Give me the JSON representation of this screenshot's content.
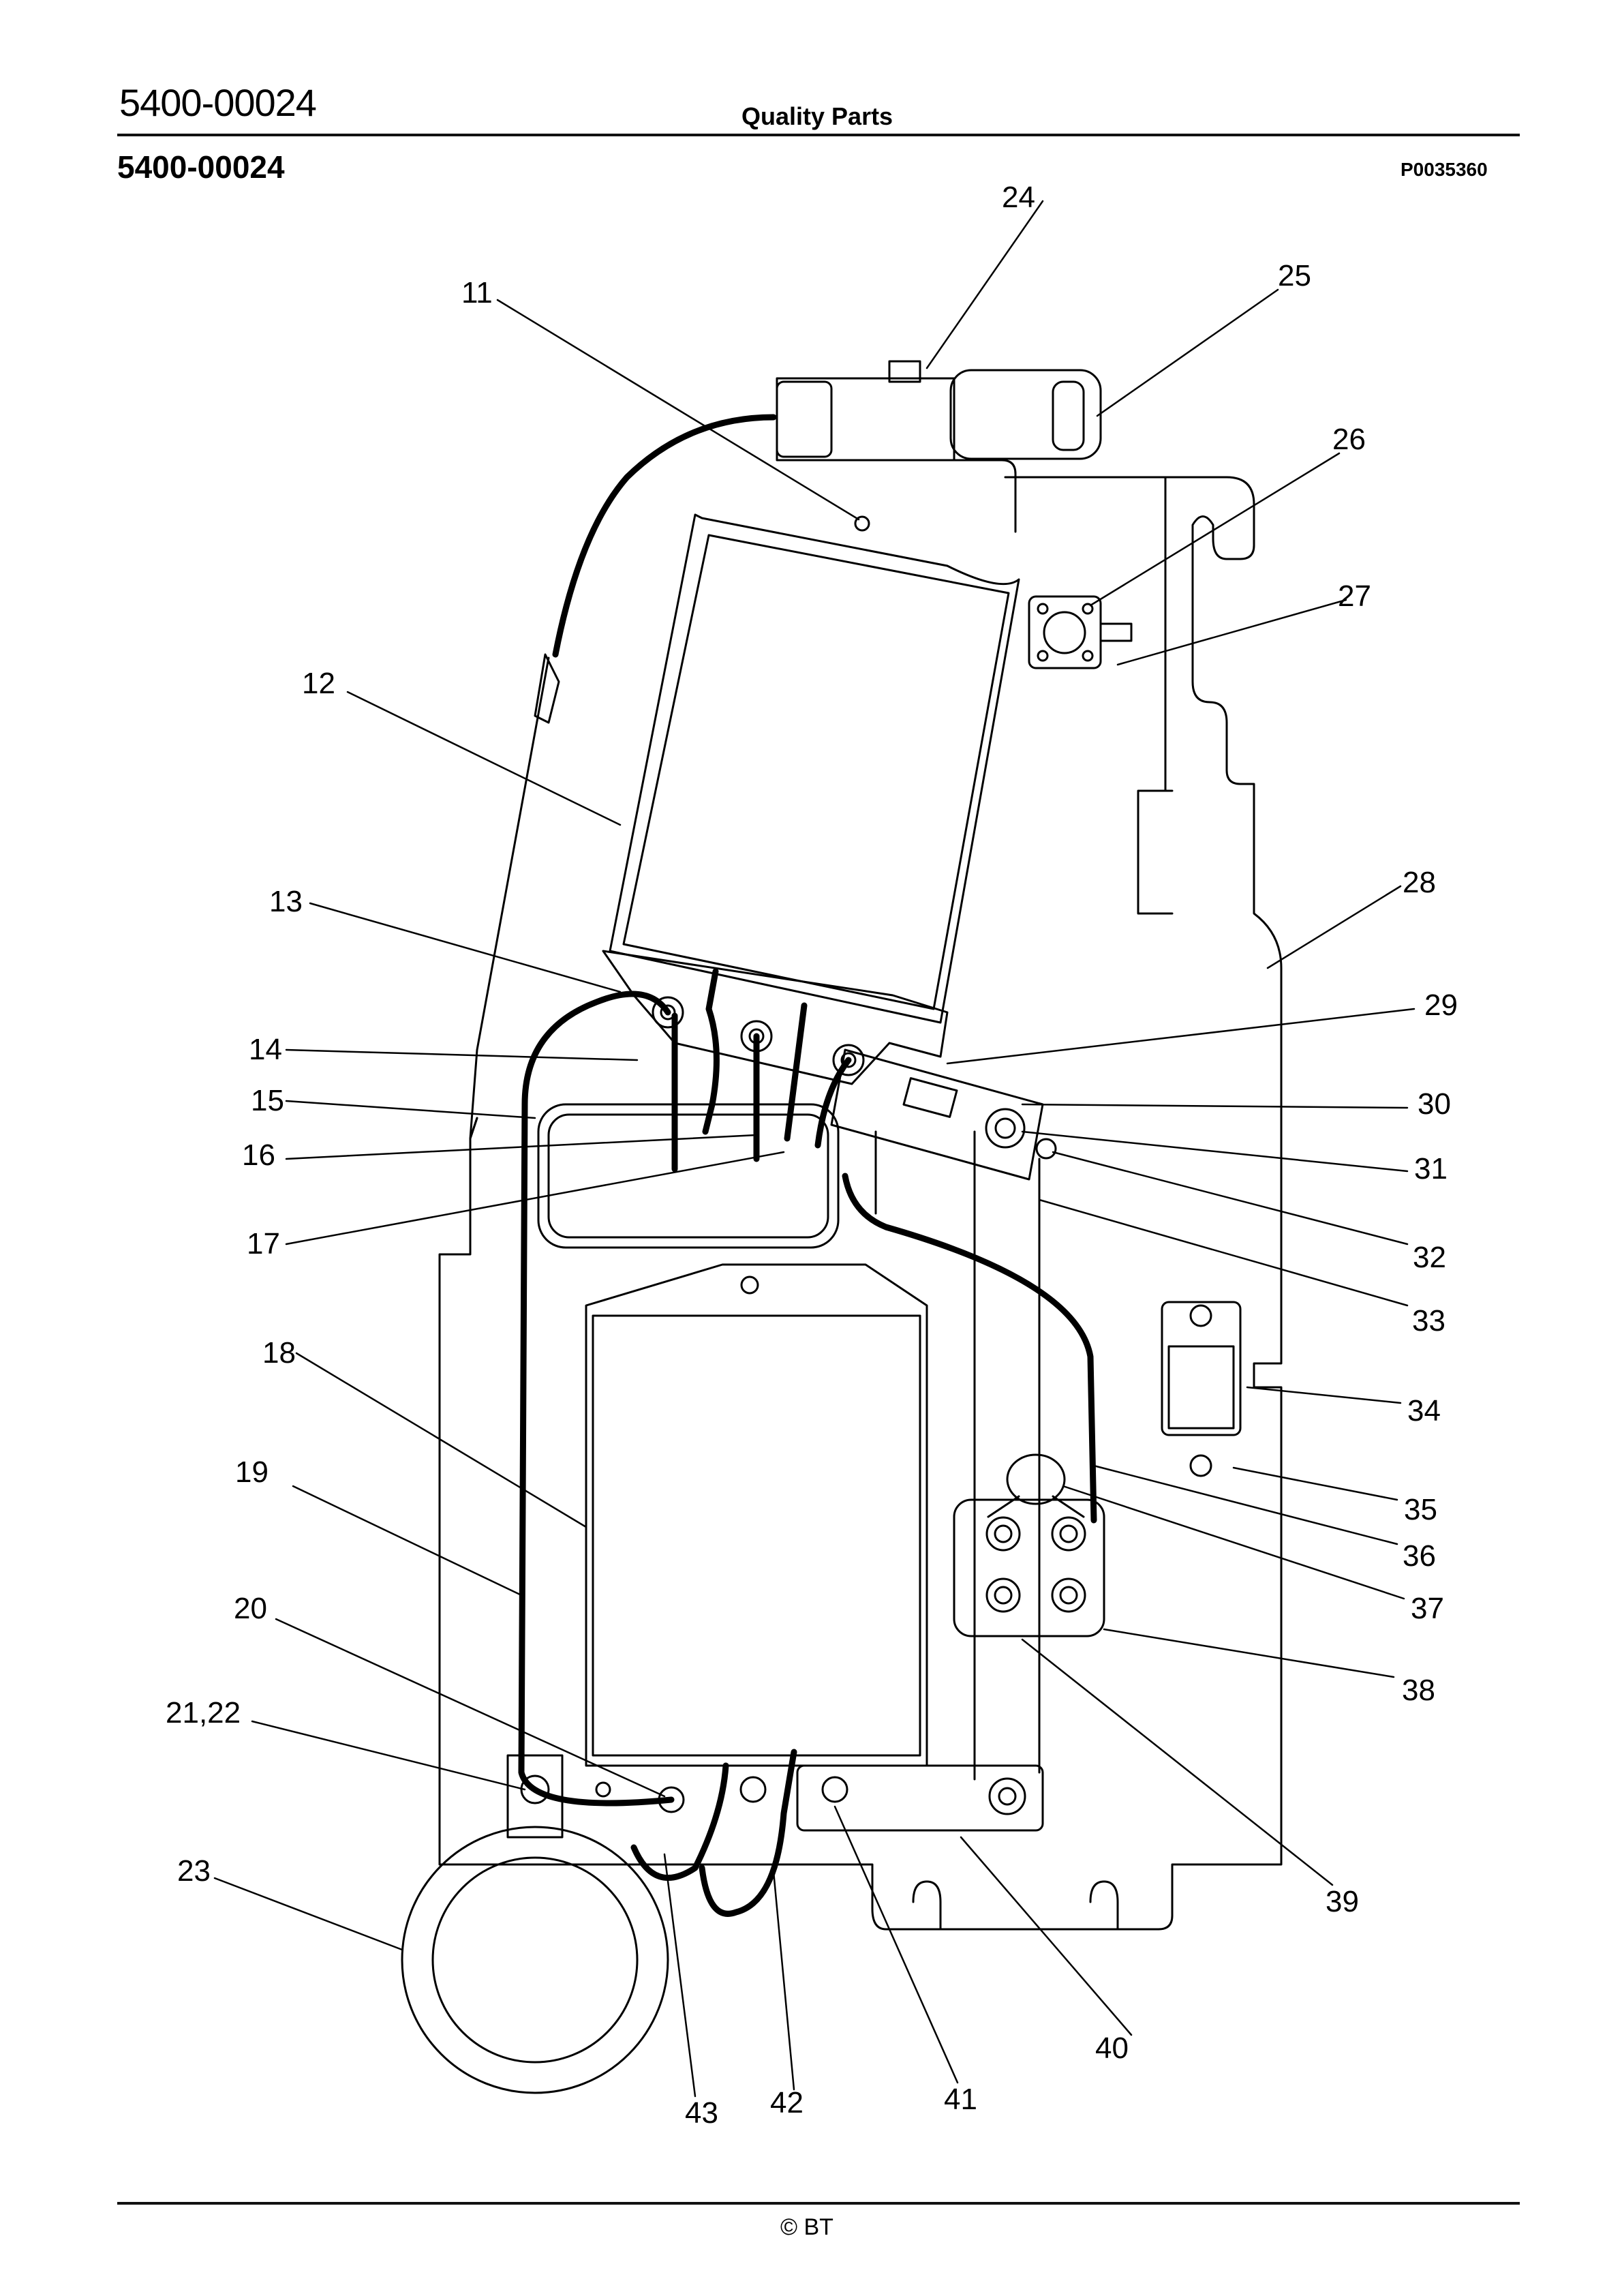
{
  "header": {
    "doc_number": "5400-00024",
    "brand": "Quality Parts",
    "subtitle": "5400-00024",
    "figure_id": "P0035360"
  },
  "footer": {
    "copyright": "© BT"
  },
  "callouts": {
    "c11": "11",
    "c12": "12",
    "c13": "13",
    "c14": "14",
    "c15": "15",
    "c16": "16",
    "c17": "17",
    "c18": "18",
    "c19": "19",
    "c20": "20",
    "c21_22": "21,22",
    "c23": "23",
    "c24": "24",
    "c25": "25",
    "c26": "26",
    "c27": "27",
    "c28": "28",
    "c29": "29",
    "c30": "30",
    "c31": "31",
    "c32": "32",
    "c33": "33",
    "c34": "34",
    "c35": "35",
    "c36": "36",
    "c37": "37",
    "c38": "38",
    "c39": "39",
    "c40": "40",
    "c41": "41",
    "c42": "42",
    "c43": "43"
  }
}
